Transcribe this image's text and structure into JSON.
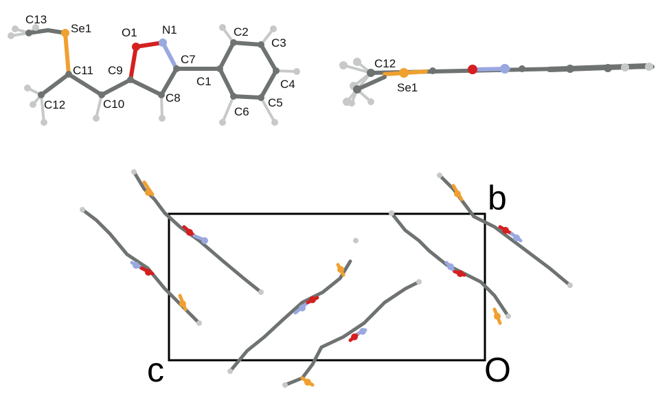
{
  "figure": {
    "molecule_labels": {
      "c13": "C13",
      "se1": "Se1",
      "o1": "O1",
      "n1": "N1",
      "c2": "C2",
      "c3": "C3",
      "c7": "C7",
      "c11": "C11",
      "c9": "C9",
      "c1": "C1",
      "c4": "C4",
      "c12": "C12",
      "c10": "C10",
      "c8": "C8",
      "c6": "C6",
      "c5": "C5"
    },
    "side_view_labels": {
      "c12": "C12",
      "se1": "Se1"
    },
    "cell_axes": {
      "b": "b",
      "c": "c",
      "o": "O"
    },
    "element_colors": {
      "carbon": "#6e7371",
      "hydrogen": "#c7c9c8",
      "oxygen": "#d42020",
      "nitrogen": "#9aa8e0",
      "selenium": "#f0a030",
      "cell": "#000000"
    }
  }
}
